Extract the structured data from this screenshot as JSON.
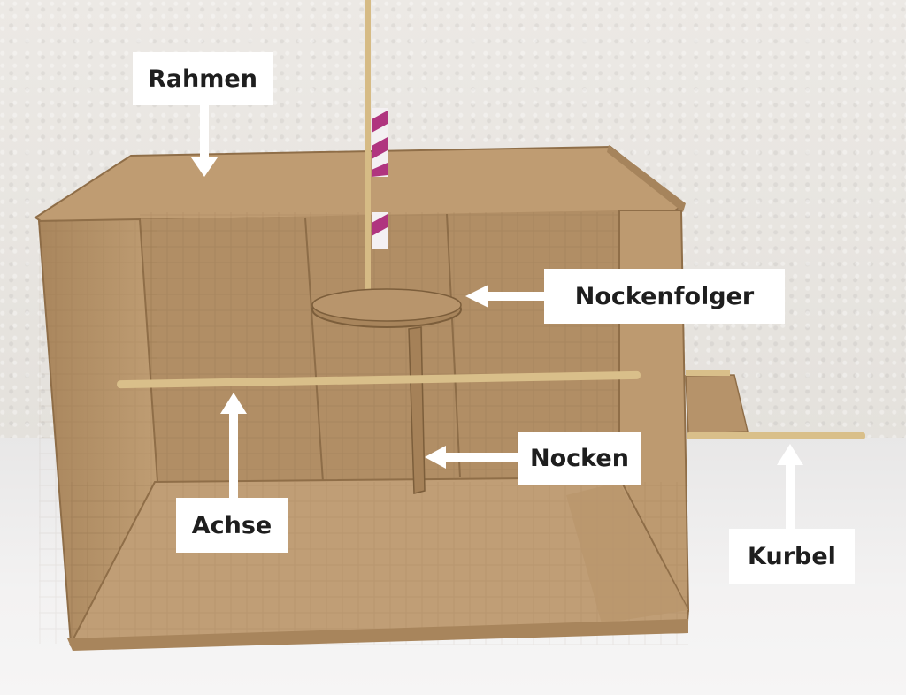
{
  "labels": {
    "rahmen": "Rahmen",
    "nockenfolger": "Nockenfolger",
    "nocken": "Nocken",
    "achse": "Achse",
    "kurbel": "Kurbel"
  },
  "colors": {
    "cardboard": "#b8956c",
    "cardboard_dark": "#a88459",
    "cardboard_light": "#c5a37a",
    "wood": "#d9bf8a",
    "straw_stripe": "#b0357f",
    "label_bg": "#ffffff",
    "arrow": "#ffffff"
  }
}
